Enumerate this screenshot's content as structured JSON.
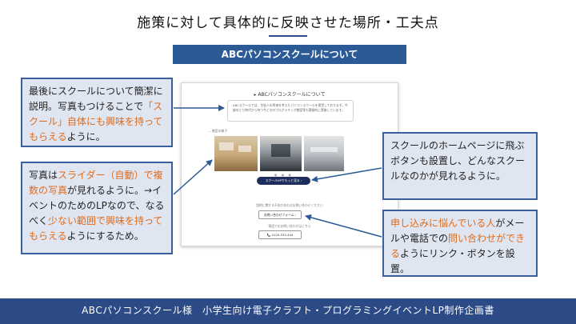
{
  "slide": {
    "title": "施策に対して具体的に反映させた場所・工夫点",
    "section_banner": "ABCパソコンスクールについて",
    "footer": "ABCパソコンスクール様　小学生向け電子クラフト・プログラミングイベントLP制作企画書"
  },
  "mockup": {
    "heading": "ABCパソコンスクールについて",
    "description": "ABCスクールでは、生徒人の将来を考えたパソコンスクールを運営しております。今後ゆとり時代から持つ今どきのプログラミング教室等も積極的に実施しています。",
    "gallery_label": "— 教室の様子",
    "cta_button": "スクールHPでもっと見る ›",
    "question_text": "説明に関する不安があればお問い合わせください",
    "form_button": "お問い合わせフォーム ›",
    "tel_label": "電話でのお問い合わせはこちら",
    "tel_button": "📞 0120-333-444"
  },
  "callouts": {
    "c1": {
      "t1": "最後にスクールについて簡潔に説明。写真もつけることで",
      "h1": "「スクール」自体にも興味を持ってもらえる",
      "t2": "ように。"
    },
    "c2": {
      "t1": "写真は",
      "h1": "スライダー（自動）で複数の写真",
      "t2": "が見れるように。→イベントのためのLPなので、なるべく",
      "h2": "少ない範囲で興味を持ってもらえる",
      "t3": "ようにするため。"
    },
    "c3": {
      "t1": "スクールのホームページに飛ぶボタンも設置し、どんなスクールなのかが見れるように。"
    },
    "c4": {
      "h1": "申し込みに悩んでいる人",
      "t1": "がメールや電話での",
      "h2": "問い合わせができる",
      "t2": "ようにリンク・ボタンを設置。"
    }
  },
  "colors": {
    "navy": "#2b4a86",
    "banner_blue": "#2b5a97",
    "callout_bg": "#dfe6f1",
    "highlight_orange": "#e26b19"
  }
}
